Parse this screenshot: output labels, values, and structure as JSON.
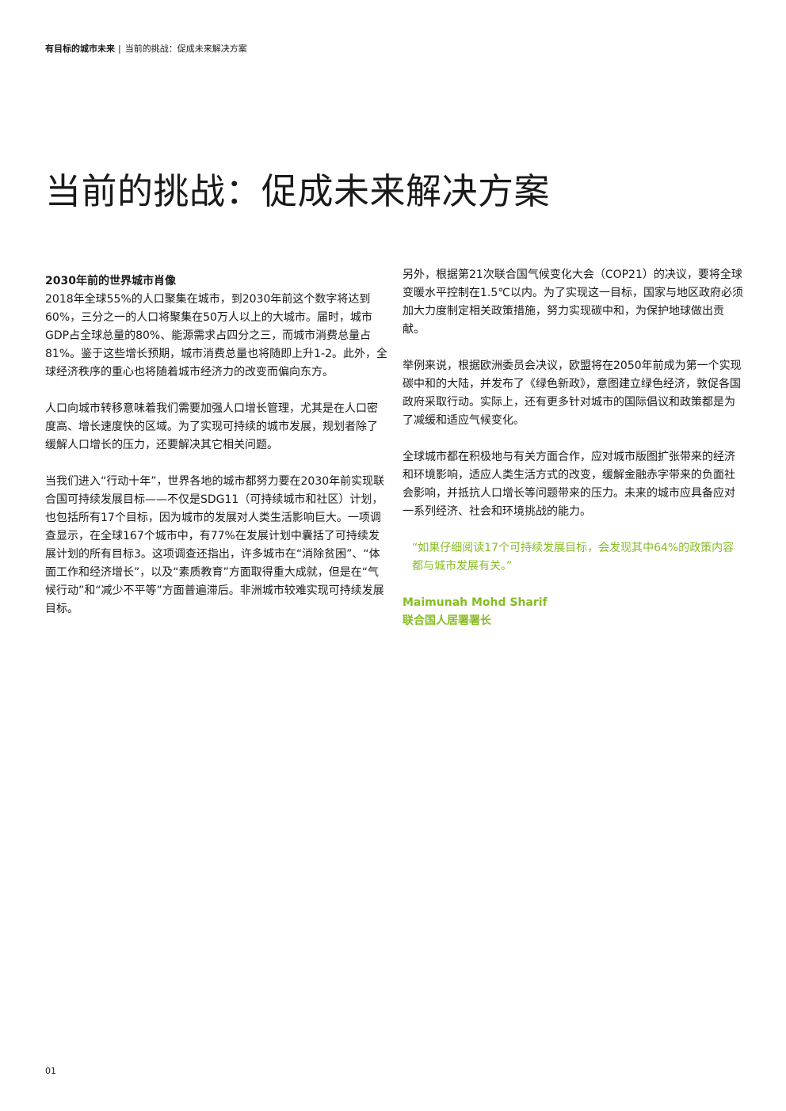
{
  "header": {
    "section": "有目标的城市未来",
    "separator": "|",
    "subsection": "当前的挑战：促成未来解决方案"
  },
  "title": "当前的挑战：促成未来解决方案",
  "left_column": {
    "heading": "2030年前的世界城市肖像",
    "paragraphs": [
      "2018年全球55%的人口聚集在城市，到2030年前这个数字将达到60%，三分之一的人口将聚集在50万人以上的大城市。届时，城市GDP占全球总量的80%、能源需求占四分之三，而城市消费总量占81%。鉴于这些增长预期，城市消费总量也将随即上升1-2。此外，全球经济秩序的重心也将随着城市经济力的改变而偏向东方。",
      "人口向城市转移意味着我们需要加强人口增长管理，尤其是在人口密度高、增长速度快的区域。为了实现可持续的城市发展，规划者除了缓解人口增长的压力，还要解决其它相关问题。",
      "当我们进入“行动十年”，世界各地的城市都努力要在2030年前实现联合国可持续发展目标——不仅是SDG11（可持续城市和社区）计划，也包括所有17个目标，因为城市的发展对人类生活影响巨大。一项调查显示，在全球167个城市中，有77%在发展计划中囊括了可持续发展计划的所有目标3。这项调查还指出，许多城市在“消除贫困”、“体面工作和经济增长”，以及“素质教育”方面取得重大成就，但是在“气候行动”和“减少不平等”方面普遍滞后。非洲城市较难实现可持续发展目标。"
    ]
  },
  "right_column": {
    "paragraphs": [
      "另外，根据第21次联合国气候变化大会（COP21）的决议，要将全球变暖水平控制在1.5℃以内。为了实现这一目标，国家与地区政府必须加大力度制定相关政策措施，努力实现碳中和，为保护地球做出贡献。",
      "举例来说，根据欧洲委员会决议，欧盟将在2050年前成为第一个实现碳中和的大陆，并发布了《绿色新政》，意图建立绿色经济，敦促各国政府采取行动。实际上，还有更多针对城市的国际倡议和政策都是为了减缓和适应气候变化。",
      "全球城市都在积极地与有关方面合作，应对城市版图扩张带来的经济和环境影响，适应人类生活方式的改变，缓解金融赤字带来的负面社会影响，并抵抗人口增长等问题带来的压力。未来的城市应具备应对一系列经济、社会和环境挑战的能力。"
    ],
    "quote": "“如果仔细阅读17个可持续发展目标，会发现其中64%的政策内容都与城市发展有关。”",
    "attribution_name": "Maimunah Mohd Sharif",
    "attribution_title": "联合国人居署署长"
  },
  "footer": {
    "page_number": "01"
  },
  "colors": {
    "text": "#1a1a1a",
    "accent_green": "#86bc25",
    "background": "#ffffff"
  }
}
